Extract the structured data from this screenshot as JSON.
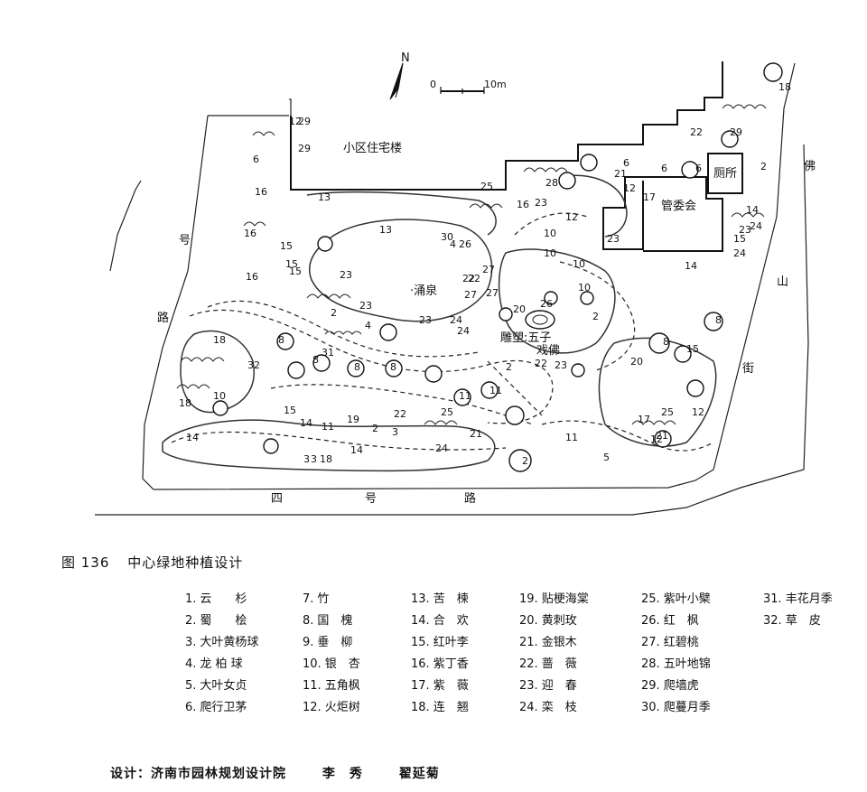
{
  "plan": {
    "north_label": "N",
    "scale_start": "0",
    "scale_end": "10m",
    "labels": {
      "residential": "小区住宅楼",
      "committee": "管委会",
      "toilet": "厕所",
      "fountain": "·涌泉",
      "sculpture_line1": "雕塑:五子",
      "sculpture_line2": "戏佛"
    },
    "roads": {
      "west": [
        "号",
        "路"
      ],
      "south": [
        "四",
        "号",
        "路"
      ],
      "east": [
        "佛",
        "山",
        "街"
      ]
    }
  },
  "caption": {
    "figure_no": "图 136",
    "title": "中心绿地种植设计"
  },
  "legend": [
    {
      "no": "1.",
      "name": "云　　杉"
    },
    {
      "no": "2.",
      "name": "蜀　　桧"
    },
    {
      "no": "3.",
      "name": "大叶黄杨球"
    },
    {
      "no": "4.",
      "name": "龙 柏 球"
    },
    {
      "no": "5.",
      "name": "大叶女贞"
    },
    {
      "no": "6.",
      "name": "爬行卫茅"
    },
    {
      "no": "7.",
      "name": "竹"
    },
    {
      "no": "8.",
      "name": "国　槐"
    },
    {
      "no": "9.",
      "name": "垂　柳"
    },
    {
      "no": "10.",
      "name": "银　杏"
    },
    {
      "no": "11.",
      "name": "五角枫"
    },
    {
      "no": "12.",
      "name": "火炬树"
    },
    {
      "no": "13.",
      "name": "苦　楝"
    },
    {
      "no": "14.",
      "name": "合　欢"
    },
    {
      "no": "15.",
      "name": "红叶李"
    },
    {
      "no": "16.",
      "name": "紫丁香"
    },
    {
      "no": "17.",
      "name": "紫　薇"
    },
    {
      "no": "18.",
      "name": "连　翘"
    },
    {
      "no": "19.",
      "name": "贴梗海棠"
    },
    {
      "no": "20.",
      "name": "黄刺玫"
    },
    {
      "no": "21.",
      "name": "金银木"
    },
    {
      "no": "22.",
      "name": "蔷　薇"
    },
    {
      "no": "23.",
      "name": "迎　春"
    },
    {
      "no": "24.",
      "name": "栾　枝"
    },
    {
      "no": "25.",
      "name": "紫叶小檗"
    },
    {
      "no": "26.",
      "name": "红　枫"
    },
    {
      "no": "27.",
      "name": "红碧桃"
    },
    {
      "no": "28.",
      "name": "五叶地锦"
    },
    {
      "no": "29.",
      "name": "爬墙虎"
    },
    {
      "no": "30.",
      "name": "爬蔓月季"
    },
    {
      "no": "31.",
      "name": "丰花月季"
    },
    {
      "no": "32.",
      "name": "草　皮"
    }
  ],
  "credit": {
    "label": "设计：济南市园林规划设计院",
    "designer1": "李　秀",
    "designer2": "翟延菊"
  },
  "plan_numbers": [
    "12",
    "29",
    "29",
    "6",
    "16",
    "16",
    "15",
    "15",
    "16",
    "15",
    "13",
    "25",
    "16",
    "23",
    "13",
    "30",
    "4",
    "26",
    "22",
    "27",
    "27",
    "22",
    "27",
    "23",
    "23",
    "2",
    "4",
    "24",
    "24",
    "23",
    "31",
    "32",
    "8",
    "8",
    "8",
    "8",
    "11",
    "11",
    "18",
    "10",
    "18",
    "14",
    "15",
    "14",
    "11",
    "19",
    "2",
    "3",
    "3",
    "3",
    "18",
    "14",
    "22",
    "25",
    "2",
    "22",
    "24",
    "21",
    "12",
    "28",
    "12",
    "21",
    "6",
    "6",
    "29",
    "23",
    "14",
    "24",
    "23",
    "15",
    "18",
    "2",
    "10",
    "10",
    "26",
    "20",
    "8",
    "8",
    "20",
    "15",
    "17",
    "25",
    "11",
    "5",
    "2",
    "21",
    "12",
    "6",
    "22",
    "17",
    "10",
    "10",
    "2",
    "23",
    "12",
    "14",
    "24"
  ]
}
